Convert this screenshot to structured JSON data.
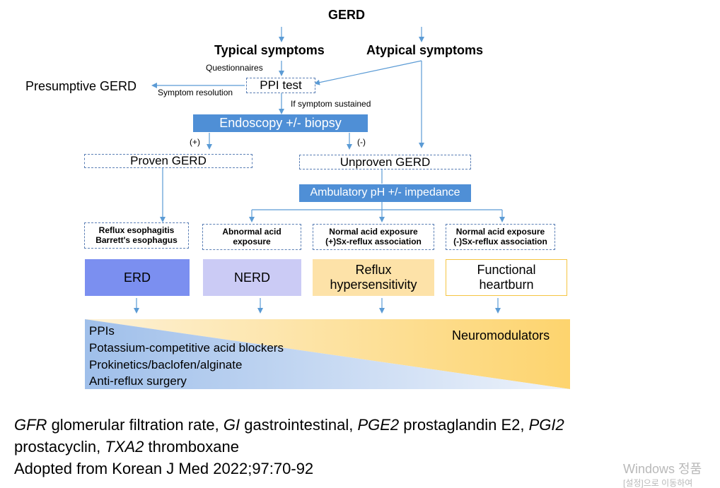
{
  "diagram": {
    "title": "GERD",
    "typical": "Typical symptoms",
    "atypical": "Atypical symptoms",
    "questionnaires": "Questionnaires",
    "presumptive": "Presumptive GERD",
    "symptom_resolution": "Symptom resolution",
    "ppi_test": "PPI test",
    "if_sustained": "If symptom sustained",
    "endoscopy": "Endoscopy +/- biopsy",
    "plus": "(+)",
    "minus": "(-)",
    "proven": "Proven GERD",
    "unproven": "Unproven GERD",
    "ambulatory": "Ambulatory pH +/- impedance",
    "findings": [
      {
        "line1": "Reflux esophagitis",
        "line2": "Barrett's esophagus"
      },
      {
        "line1": "Abnormal acid",
        "line2": "exposure"
      },
      {
        "line1": "Normal acid exposure",
        "line2": "(+)Sx-reflux association"
      },
      {
        "line1": "Normal acid exposure",
        "line2": "(-)Sx-reflux association"
      }
    ],
    "categories": [
      {
        "line1": "ERD",
        "line2": "",
        "color": "#7b8ff0"
      },
      {
        "line1": "NERD",
        "line2": "",
        "color": "#cbcbf5"
      },
      {
        "line1": "Reflux",
        "line2": "hypersensitivity",
        "color": "#fde2a8"
      },
      {
        "line1": "Functional",
        "line2": "heartburn",
        "color": "#ffffff"
      }
    ],
    "treatments_left": [
      "PPIs",
      "Potassium-competitive acid blockers",
      "Prokinetics/baclofen/alginate",
      "Anti-reflux surgery"
    ],
    "treatment_right": "Neuromodulators",
    "colors": {
      "arrow": "#5b9bd5",
      "box_solid": "#4f8fd6",
      "dashed_border": "#5b7fb5",
      "blue_gradient_start": "#9fbfea",
      "blue_gradient_end": "#e8f0fb",
      "gold_gradient_start": "#fdebc4",
      "gold_gradient_end": "#fdd46e",
      "functional_border": "#f5c542"
    }
  },
  "caption": {
    "line1": [
      {
        "abbr": "GFR",
        "text": " glomerular filtration rate, "
      },
      {
        "abbr": "GI",
        "text": " gastrointestinal, "
      },
      {
        "abbr": "PGE2",
        "text": " prostaglandin E2, "
      },
      {
        "abbr": "PGI2",
        "text": ""
      }
    ],
    "line2": [
      {
        "abbr": "",
        "text": "prostacyclin, "
      },
      {
        "abbr": "TXA2",
        "text": " thromboxane"
      }
    ],
    "line3": "Adopted from Korean J Med 2022;97:70-92"
  },
  "watermark": {
    "line1": "Windows 정품",
    "line2": "[설정]으로 이동하여"
  }
}
